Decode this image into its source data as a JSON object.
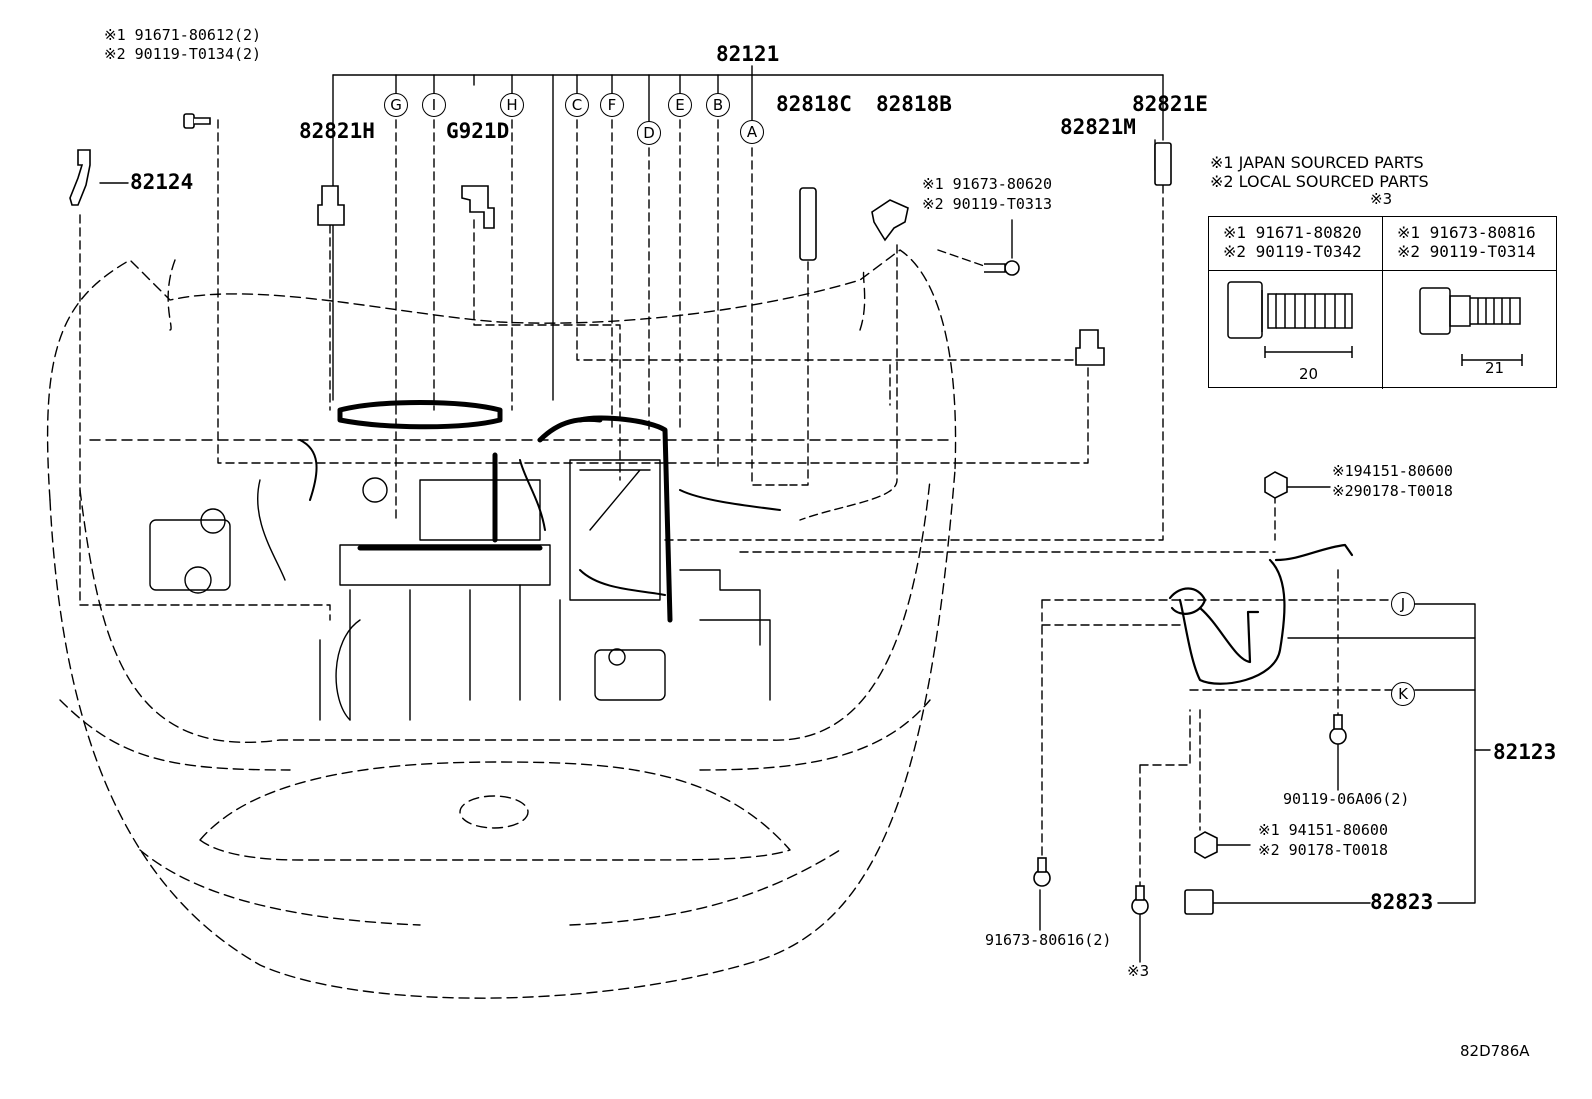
{
  "top_codes": {
    "main_harness": "82121",
    "h821h": "82821H",
    "g921d": "G921D",
    "c818c": "82818C",
    "c818b": "82818B",
    "c821m": "82821M",
    "c821e": "82821E",
    "c124": "82124",
    "c123": "82123",
    "c823": "82823"
  },
  "callout_letters": [
    "G",
    "I",
    "H",
    "C",
    "F",
    "D",
    "E",
    "B",
    "A",
    "J",
    "K"
  ],
  "bolt_labels": {
    "tl_1": "※1 91671-80612(2)",
    "tl_2": "※2 90119-T0134(2)",
    "mid_1": "※1 91673-80620",
    "mid_2": "※2 90119-T0313",
    "nut1_1": "※194151-80600",
    "nut1_2": "※290178-T0018",
    "nut2_1": "※1 94151-80600",
    "nut2_2": "※2 90178-T0018",
    "bolt_right": "90119-06A06(2)",
    "bolt_bottom": "91673-80616(2)",
    "ref3": "※3"
  },
  "legend": {
    "line1": "※1 JAPAN SOURCED PARTS",
    "line2": "※2 LOCAL SOURCED PARTS",
    "ref": "※3",
    "cells": [
      {
        "a": "※1 91671-80820",
        "b": "※2 90119-T0342",
        "dim": "20"
      },
      {
        "a": "※1 91673-80816",
        "b": "※2 90119-T0314",
        "dim": "21"
      }
    ]
  },
  "diagram_id": "82D786A"
}
